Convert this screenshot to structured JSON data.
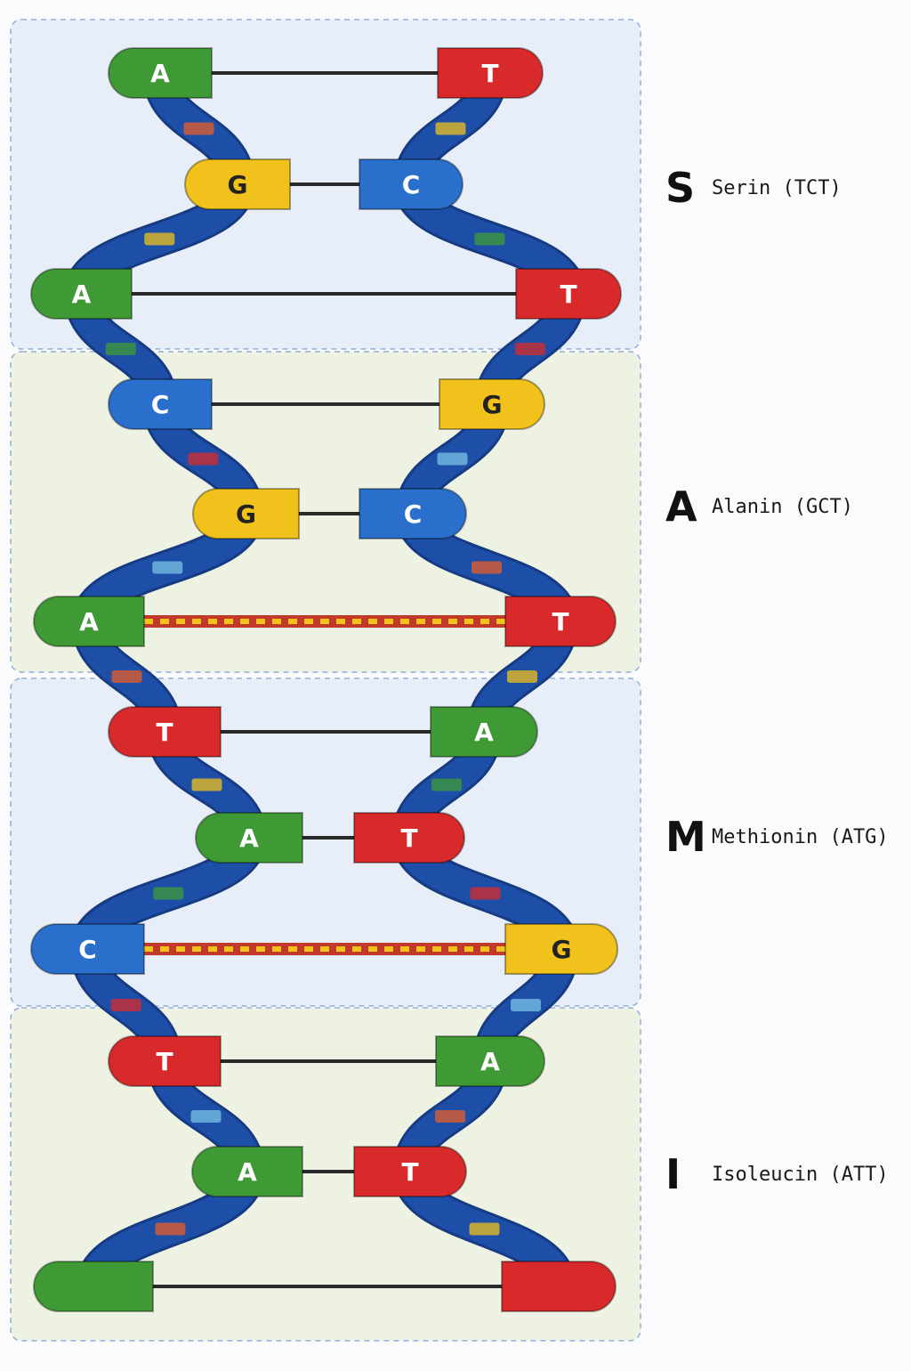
{
  "colors": {
    "A": "#3f9a35",
    "T": "#d82a2a",
    "G": "#f1c21b",
    "C": "#2a6fcb",
    "backbone": "#1e4fa8",
    "rung": "#2a2a2a",
    "panel_blue": "#e7eef7",
    "panel_green": "#eef2e2",
    "panel_border": "#8fb0dc"
  },
  "pairs": [
    {
      "left": "A",
      "right": "T"
    },
    {
      "left": "G",
      "right": "C"
    },
    {
      "left": "A",
      "right": "T"
    },
    {
      "left": "C",
      "right": "G"
    },
    {
      "left": "G",
      "right": "C"
    },
    {
      "left": "A",
      "right": "T"
    },
    {
      "left": "T",
      "right": "A"
    },
    {
      "left": "A",
      "right": "T"
    },
    {
      "left": "C",
      "right": "G"
    },
    {
      "left": "T",
      "right": "A"
    },
    {
      "left": "A",
      "right": "T"
    },
    {
      "left": "",
      "right": ""
    }
  ],
  "codons": [
    {
      "letter": "S",
      "name": "Serin (TCT)"
    },
    {
      "letter": "A",
      "name": "Alanin (GCT)"
    },
    {
      "letter": "M",
      "name": "Methionin (ATG)"
    },
    {
      "letter": "I",
      "name": "Isoleucin (ATT)"
    }
  ]
}
